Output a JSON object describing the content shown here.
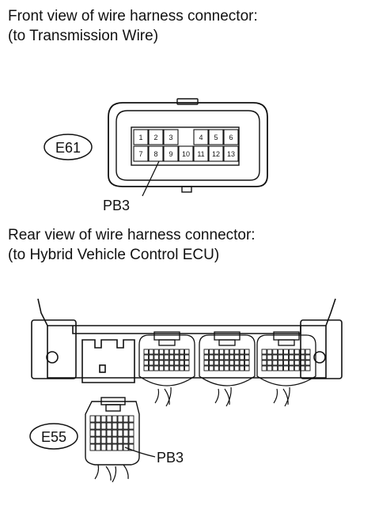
{
  "front_view": {
    "caption_line1": "Front view of wire harness connector:",
    "caption_line2": "(to Transmission Wire)",
    "connector_code": "E61",
    "terminal_label": "PB3",
    "pins_top": [
      "1",
      "2",
      "3",
      "4",
      "5",
      "6"
    ],
    "pins_bottom": [
      "7",
      "8",
      "9",
      "10",
      "11",
      "12",
      "13"
    ]
  },
  "rear_view": {
    "caption_line1": "Rear view of wire harness connector:",
    "caption_line2": "(to Hybrid Vehicle Control ECU)",
    "connector_code": "E55",
    "terminal_label": "PB3"
  }
}
